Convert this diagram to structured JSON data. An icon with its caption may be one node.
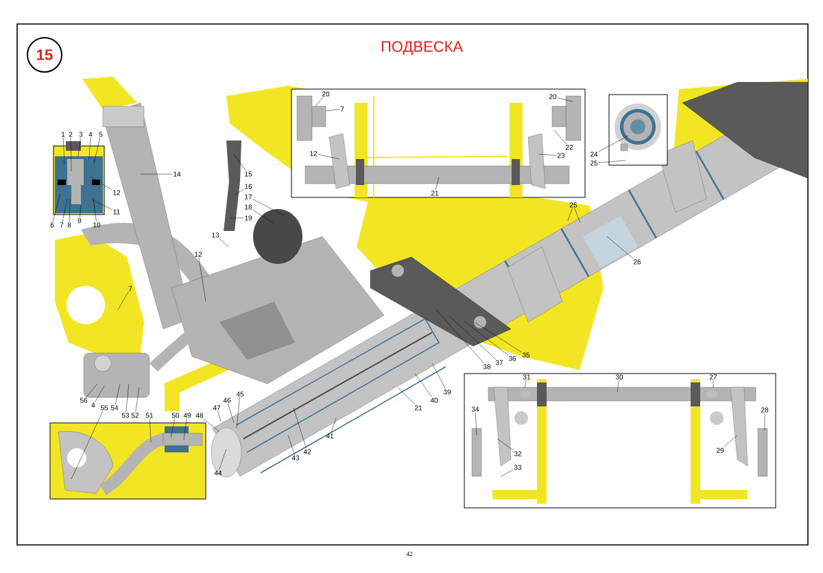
{
  "diagram": {
    "title": "ПОДВЕСКА",
    "nodes": [
      {
        "text": [
          "1"
        ]
      },
      {
        "text": [
          "2"
        ]
      },
      {
        "text": [
          "3"
        ]
      },
      {
        "text": [
          "4"
        ]
      },
      {
        "text": [
          "5"
        ]
      },
      {
        "text": [
          "12"
        ]
      },
      {
        "text": [
          "11"
        ]
      },
      {
        "text": [
          "6"
        ]
      },
      {
        "text": [
          "7"
        ]
      },
      {
        "text": [
          "8"
        ]
      },
      {
        "text": [
          "9"
        ]
      },
      {
        "text": [
          "10"
        ]
      },
      {
        "text": [
          "14"
        ]
      },
      {
        "text": [
          "15"
        ]
      },
      {
        "text": [
          "16"
        ]
      },
      {
        "text": [
          "17"
        ]
      },
      {
        "text": [
          "18"
        ]
      },
      {
        "text": [
          "19"
        ]
      },
      {
        "text": [
          "13"
        ]
      },
      {
        "text": [
          "12"
        ]
      },
      {
        "text": [
          "7"
        ]
      },
      {
        "text": [
          "20"
        ]
      },
      {
        "text": [
          "7"
        ]
      },
      {
        "text": [
          "12"
        ]
      },
      {
        "text": [
          "21"
        ]
      },
      {
        "text": [
          "20"
        ]
      },
      {
        "text": [
          "22"
        ]
      },
      {
        "text": [
          "23"
        ]
      },
      {
        "text": [
          "24"
        ]
      },
      {
        "text": [
          "25"
        ]
      },
      {
        "text": [
          "25"
        ]
      },
      {
        "text": [
          "26"
        ]
      },
      {
        "text": [
          "35"
        ]
      },
      {
        "text": [
          "36"
        ]
      },
      {
        "text": [
          "37"
        ]
      },
      {
        "text": [
          "38"
        ]
      },
      {
        "text": [
          "56"
        ]
      },
      {
        "text": [
          "4"
        ]
      },
      {
        "text": [
          "55"
        ]
      },
      {
        "text": [
          "54"
        ]
      },
      {
        "text": [
          "53"
        ]
      },
      {
        "text": [
          "52"
        ]
      },
      {
        "text": [
          "51"
        ]
      },
      {
        "text": [
          "50"
        ]
      },
      {
        "text": [
          "49"
        ]
      },
      {
        "text": [
          "48"
        ]
      },
      {
        "text": [
          "47"
        ]
      },
      {
        "text": [
          "46"
        ]
      },
      {
        "text": [
          "45"
        ]
      },
      {
        "text": [
          "44"
        ]
      },
      {
        "text": [
          "43"
        ]
      },
      {
        "text": [
          "42"
        ]
      },
      {
        "text": [
          "41"
        ]
      },
      {
        "text": [
          "21"
        ]
      },
      {
        "text": [
          "40"
        ]
      },
      {
        "text": [
          "39"
        ]
      },
      {
        "text": [
          "31"
        ]
      },
      {
        "text": [
          "30"
        ]
      },
      {
        "text": [
          "27"
        ]
      },
      {
        "text": [
          "34"
        ]
      },
      {
        "text": [
          "28"
        ]
      },
      {
        "text": [
          "32"
        ]
      },
      {
        "text": [
          "29"
        ]
      },
      {
        "text": [
          "33"
        ]
      }
    ],
    "edges": [
      {
        "from": 0,
        "to": null,
        "arrow": "none"
      },
      {
        "from": 1,
        "to": null,
        "arrow": "none"
      },
      {
        "from": 2,
        "to": null,
        "arrow": "none"
      },
      {
        "from": 3,
        "to": null,
        "arrow": "none"
      },
      {
        "from": 4,
        "to": null,
        "arrow": "none"
      },
      {
        "from": 5,
        "to": null,
        "arrow": "none"
      },
      {
        "from": 6,
        "to": null,
        "arrow": "none"
      },
      {
        "from": 7,
        "to": null,
        "arrow": "none"
      },
      {
        "from": 8,
        "to": null,
        "arrow": "none"
      },
      {
        "from": 9,
        "to": null,
        "arrow": "none"
      },
      {
        "from": 10,
        "to": null,
        "arrow": "none"
      },
      {
        "from": 11,
        "to": null,
        "arrow": "none"
      },
      {
        "from": 12,
        "to": null,
        "arrow": "none"
      },
      {
        "from": 13,
        "to": null,
        "arrow": "none"
      },
      {
        "from": 14,
        "to": null,
        "arrow": "none"
      },
      {
        "from": 15,
        "to": null,
        "arrow": "none"
      },
      {
        "from": 16,
        "to": null,
        "arrow": "none"
      },
      {
        "from": 17,
        "to": null,
        "arrow": "none"
      },
      {
        "from": 18,
        "to": null,
        "arrow": "none"
      },
      {
        "from": 19,
        "to": null,
        "arrow": "none"
      },
      {
        "from": 20,
        "to": null,
        "arrow": "none"
      },
      {
        "from": 21,
        "to": null,
        "arrow": "none"
      },
      {
        "from": 22,
        "to": null,
        "arrow": "none"
      },
      {
        "from": 23,
        "to": null,
        "arrow": "none"
      },
      {
        "from": 24,
        "to": null,
        "arrow": "none"
      },
      {
        "from": 25,
        "to": null,
        "arrow": "none"
      },
      {
        "from": 26,
        "to": null,
        "arrow": "none"
      },
      {
        "from": 27,
        "to": null,
        "arrow": "none"
      },
      {
        "from": 28,
        "to": null,
        "arrow": "none"
      },
      {
        "from": 29,
        "to": null,
        "arrow": "none"
      },
      {
        "from": 30,
        "to": null,
        "arrow": "none"
      },
      {
        "from": 31,
        "to": null,
        "arrow": "none"
      },
      {
        "from": 32,
        "to": null,
        "arrow": "none"
      },
      {
        "from": 33,
        "to": null,
        "arrow": "none"
      },
      {
        "from": 34,
        "to": null,
        "arrow": "none"
      },
      {
        "from": 35,
        "to": null,
        "arrow": "none"
      },
      {
        "from": 36,
        "to": null,
        "arrow": "none"
      },
      {
        "from": 37,
        "to": null,
        "arrow": "none"
      },
      {
        "from": 38,
        "to": null,
        "arrow": "none"
      },
      {
        "from": 39,
        "to": null,
        "arrow": "none"
      },
      {
        "from": 40,
        "to": null,
        "arrow": "none"
      },
      {
        "from": 41,
        "to": null,
        "arrow": "none"
      },
      {
        "from": 42,
        "to": null,
        "arrow": "none"
      },
      {
        "from": 43,
        "to": null,
        "arrow": "none"
      },
      {
        "from": 44,
        "to": null,
        "arrow": "none"
      },
      {
        "from": 45,
        "to": null,
        "arrow": "none"
      },
      {
        "from": 46,
        "to": null,
        "arrow": "none"
      },
      {
        "from": 47,
        "to": null,
        "arrow": "none"
      },
      {
        "from": 48,
        "to": null,
        "arrow": "none"
      },
      {
        "from": 49,
        "to": null,
        "arrow": "none"
      },
      {
        "from": 50,
        "to": null,
        "arrow": "none"
      },
      {
        "from": 51,
        "to": null,
        "arrow": "none"
      },
      {
        "from": 52,
        "to": null,
        "arrow": "none"
      },
      {
        "from": 53,
        "to": null,
        "arrow": "none"
      },
      {
        "from": 54,
        "to": null,
        "arrow": "none"
      },
      {
        "from": 55,
        "to": null,
        "arrow": "none"
      },
      {
        "from": 56,
        "to": null,
        "arrow": "none"
      },
      {
        "from": 57,
        "to": null,
        "arrow": "none"
      },
      {
        "from": 58,
        "to": null,
        "arrow": "none"
      },
      {
        "from": 59,
        "to": null,
        "arrow": "none"
      },
      {
        "from": 60,
        "to": null,
        "arrow": "none"
      },
      {
        "from": 61,
        "to": null,
        "arrow": "none"
      },
      {
        "from": 62,
        "to": null,
        "arrow": "none"
      },
      {
        "from": 63,
        "to": null,
        "arrow": "none"
      },
      {
        "from": 30,
        "to": null,
        "arrow": "none"
      }
    ],
    "labels": [
      "15",
      "42"
    ]
  }
}
